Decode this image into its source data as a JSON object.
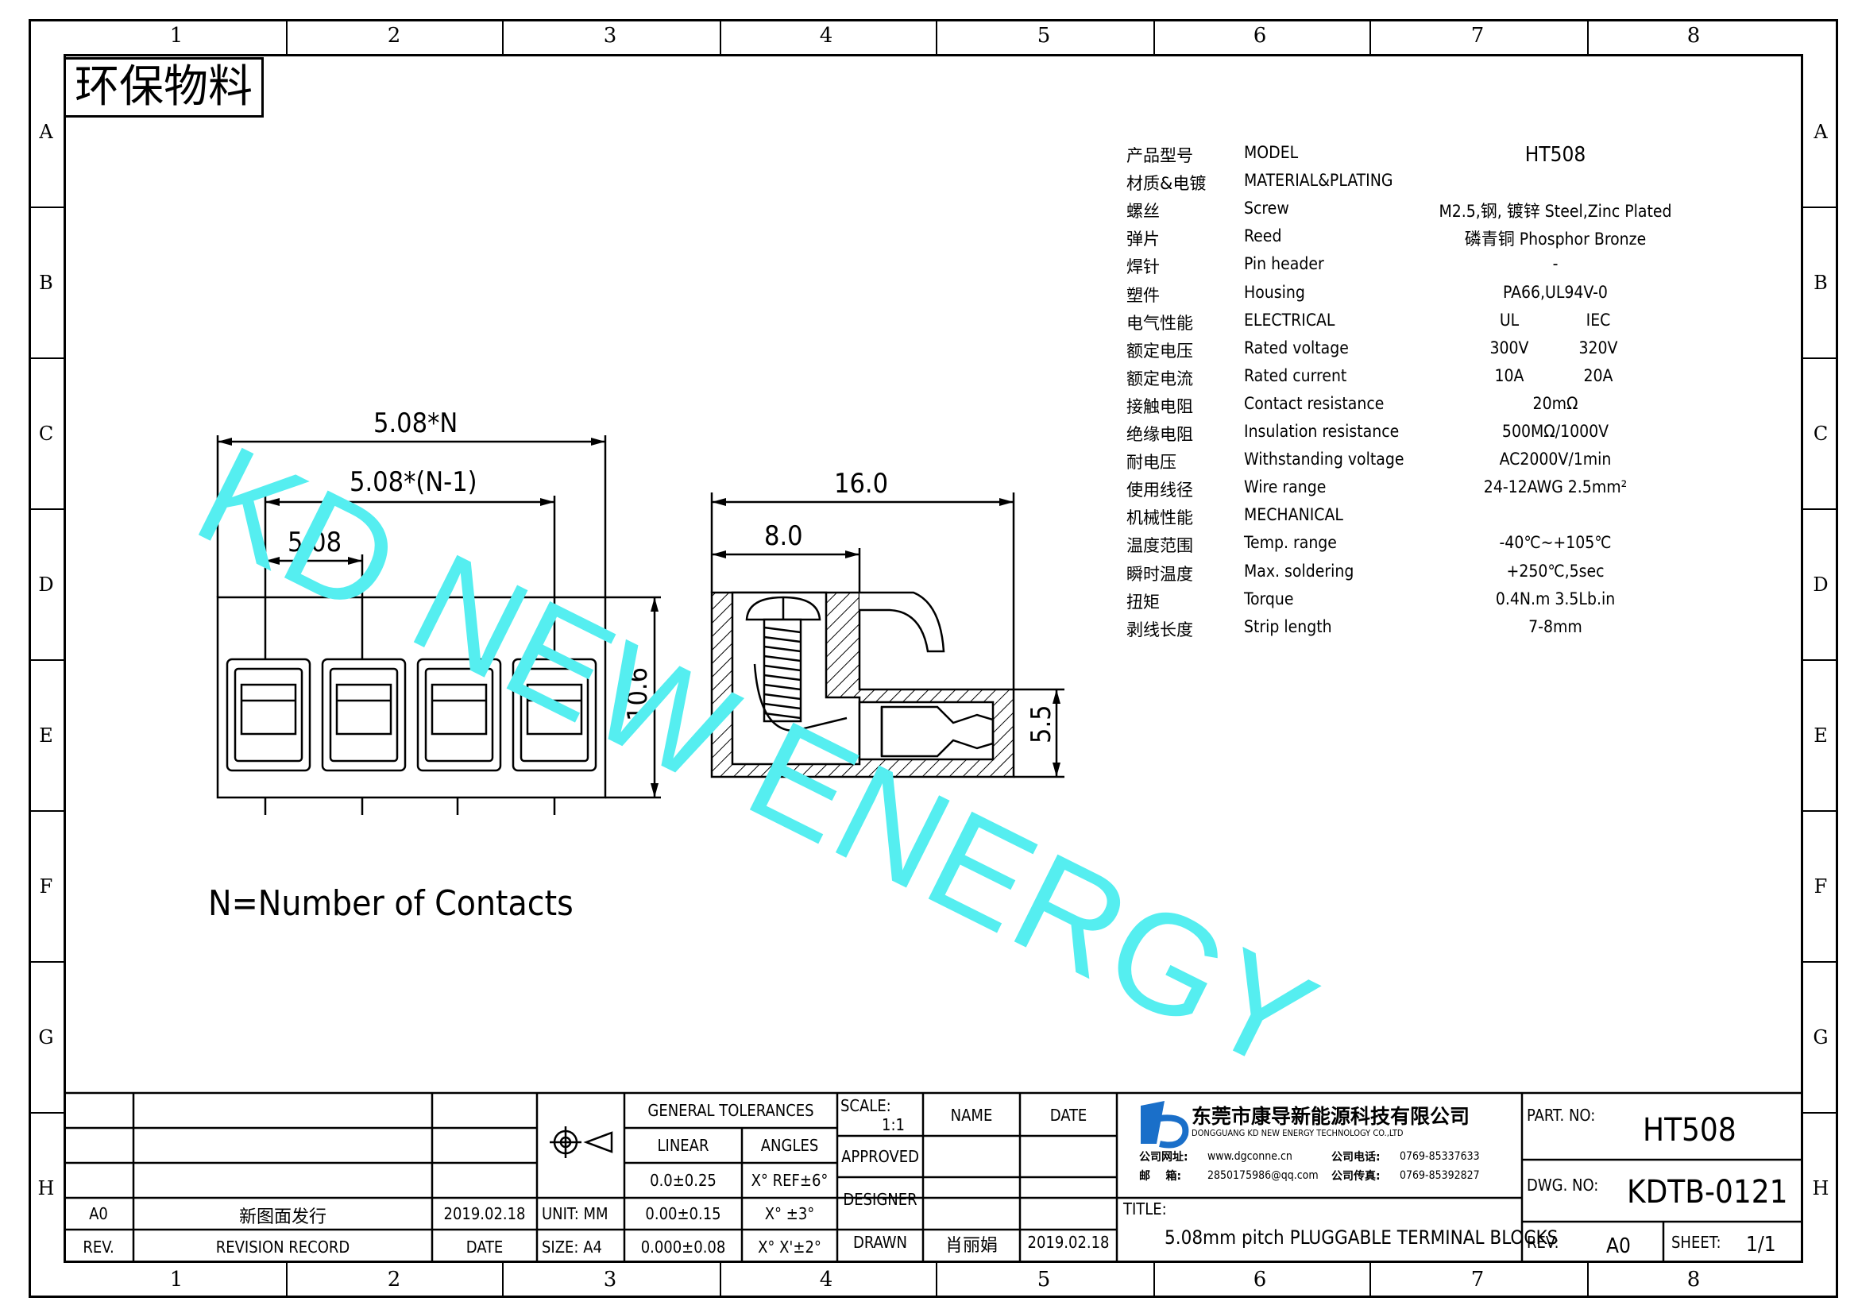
{
  "frame": {
    "columns": [
      "1",
      "2",
      "3",
      "4",
      "5",
      "6",
      "7",
      "8"
    ],
    "rows": [
      "A",
      "B",
      "C",
      "D",
      "E",
      "F",
      "G",
      "H"
    ]
  },
  "eco_label": "环保物料",
  "watermark": "KD NEW ENERGY",
  "dimensions": {
    "total": "5.08*N",
    "span": "5.08*(N-1)",
    "pitch": "5.08",
    "height": "10.6",
    "depth": "16.0",
    "half_depth": "8.0",
    "entry": "5.5"
  },
  "note": "N=Number of Contacts",
  "specs": [
    {
      "cn": "产品型号",
      "en": "MODEL",
      "val1": "HT508",
      "val2": ""
    },
    {
      "cn": "材质&电镀",
      "en": "MATERIAL&PLATING",
      "val1": "",
      "val2": ""
    },
    {
      "cn": "螺丝",
      "en": "Screw",
      "val1": "M2.5,钢, 镀锌 Steel,Zinc Plated",
      "val2": ""
    },
    {
      "cn": "弹片",
      "en": "Reed",
      "val1": "磷青铜 Phosphor Bronze",
      "val2": ""
    },
    {
      "cn": "焊针",
      "en": "Pin header",
      "val1": "-",
      "val2": ""
    },
    {
      "cn": "塑件",
      "en": "Housing",
      "val1": "PA66,UL94V-0",
      "val2": ""
    },
    {
      "cn": "电气性能",
      "en": "ELECTRICAL",
      "val1": "UL",
      "val2": "IEC"
    },
    {
      "cn": "额定电压",
      "en": "Rated voltage",
      "val1": "300V",
      "val2": "320V"
    },
    {
      "cn": "额定电流",
      "en": "Rated current",
      "val1": "10A",
      "val2": "20A"
    },
    {
      "cn": "接触电阻",
      "en": "Contact resistance",
      "val1": "20mΩ",
      "val2": ""
    },
    {
      "cn": "绝缘电阻",
      "en": "Insulation resistance",
      "val1": "500MΩ/1000V",
      "val2": ""
    },
    {
      "cn": "耐电压",
      "en": "Withstanding voltage",
      "val1": "AC2000V/1min",
      "val2": ""
    },
    {
      "cn": "使用线径",
      "en": "Wire range",
      "val1": "24-12AWG 2.5mm²",
      "val2": ""
    },
    {
      "cn": "机械性能",
      "en": "MECHANICAL",
      "val1": "",
      "val2": ""
    },
    {
      "cn": "温度范围",
      "en": "Temp. range",
      "val1": "-40℃~+105℃",
      "val2": ""
    },
    {
      "cn": "瞬时温度",
      "en": "Max. soldering",
      "val1": "+250℃,5sec",
      "val2": ""
    },
    {
      "cn": "扭矩",
      "en": "Torque",
      "val1": "0.4N.m 3.5Lb.in",
      "val2": ""
    },
    {
      "cn": "剥线长度",
      "en": "Strip length",
      "val1": "7-8mm",
      "val2": ""
    }
  ],
  "titleblock": {
    "rev_code": "A0",
    "rev_text": "新图面发行",
    "rev_date": "2019.02.18",
    "rev_label": "REV.",
    "record_label": "REVISION RECORD",
    "date_label": "DATE",
    "unit": "UNIT: MM",
    "size": "SIZE: A4",
    "gen_tol": "GENERAL TOLERANCES",
    "linear": "LINEAR",
    "angles": "ANGLES",
    "tol1": "0.0±0.25",
    "tol2": "0.00±0.15",
    "tol3": "0.000±0.08",
    "ang1": "X° REF±6°",
    "ang2": "X° ±3°",
    "ang3": "X° X'±2°",
    "scale_label": "SCALE:",
    "scale": "1:1",
    "approved": "APPROVED",
    "designer": "DESIGNER",
    "drawn": "DRAWN",
    "name_label": "NAME",
    "date_col": "DATE",
    "drawn_name": "肖丽娟",
    "drawn_date": "2019.02.18",
    "company_cn": "东莞市康导新能源科技有限公司",
    "company_en": "DONGGUANG KD NEW ENERGY TECHNOLOGY CO.,LTD",
    "web_label": "公司网址:",
    "web": "www.dgconne.cn",
    "tel_label": "公司电话:",
    "tel": "0769-85337633",
    "mail_label": "邮    箱:",
    "mail": "2850175986@qq.com",
    "fax_label": "公司传真:",
    "fax": "0769-85392827",
    "title_label": "TITLE:",
    "title": "5.08mm pitch PLUGGABLE TERMINAL BLOCKS",
    "part_label": "PART. NO:",
    "part": "HT508",
    "dwg_label": "DWG. NO:",
    "dwg": "KDTB-0121",
    "rev2_label": "REV:",
    "rev2": "A0",
    "sheet_label": "SHEET:",
    "sheet": "1/1"
  }
}
